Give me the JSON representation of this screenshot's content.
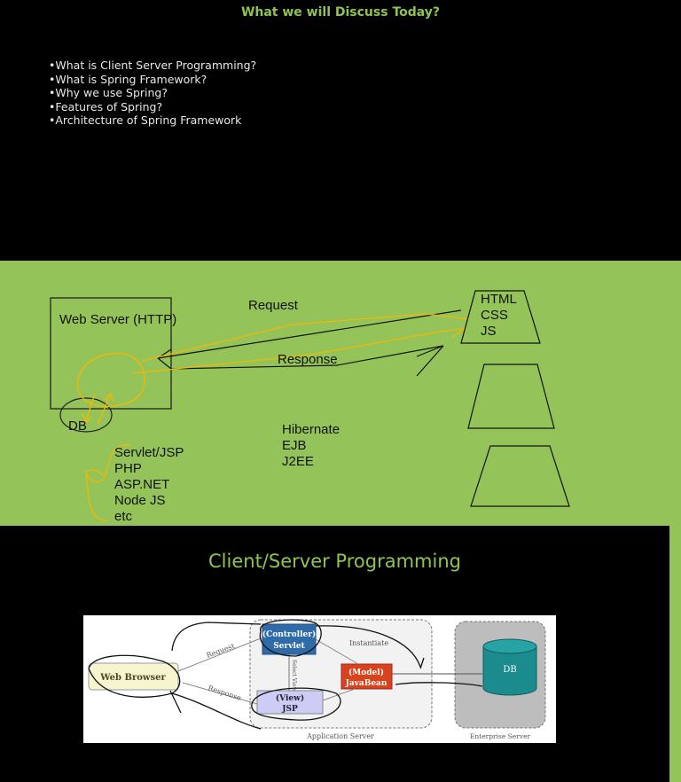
{
  "slide1": {
    "title": "What we will Discuss Today?",
    "bullets": [
      "•What is Client Server Programming?",
      "•What is Spring Framework?",
      "•Why we use Spring?",
      "•Features of Spring?",
      "•Architecture of  Spring Framework"
    ]
  },
  "slide2": {
    "web_server_label": "Web Server (HTTP)",
    "db_label": "DB",
    "request_label": "Request",
    "response_label": "Response",
    "client_stack": [
      "HTML",
      "CSS",
      "JS"
    ],
    "server_techs": [
      "Servlet/JSP",
      "PHP",
      "ASP.NET",
      "Node JS",
      "etc"
    ],
    "frameworks": [
      "Hibernate",
      "EJB",
      "J2EE"
    ],
    "colors": {
      "background": "#94c35a",
      "annotation": "#f5b800"
    }
  },
  "slide3": {
    "title": "Client/Server Programming",
    "diagram": {
      "web_browser": "Web Browser",
      "request": "Request",
      "response": "Response",
      "controller_line1": "(Controller)",
      "controller_line2": "Servlet",
      "select_view": "Select View",
      "instantiate": "Instantiate",
      "model_line1": "(Model)",
      "model_line2": "JavaBean",
      "view_line1": "(View)",
      "view_line2": "JSP",
      "db": "DB",
      "application_server": "Application Server",
      "enterprise_server": "Enterprise Server"
    }
  }
}
